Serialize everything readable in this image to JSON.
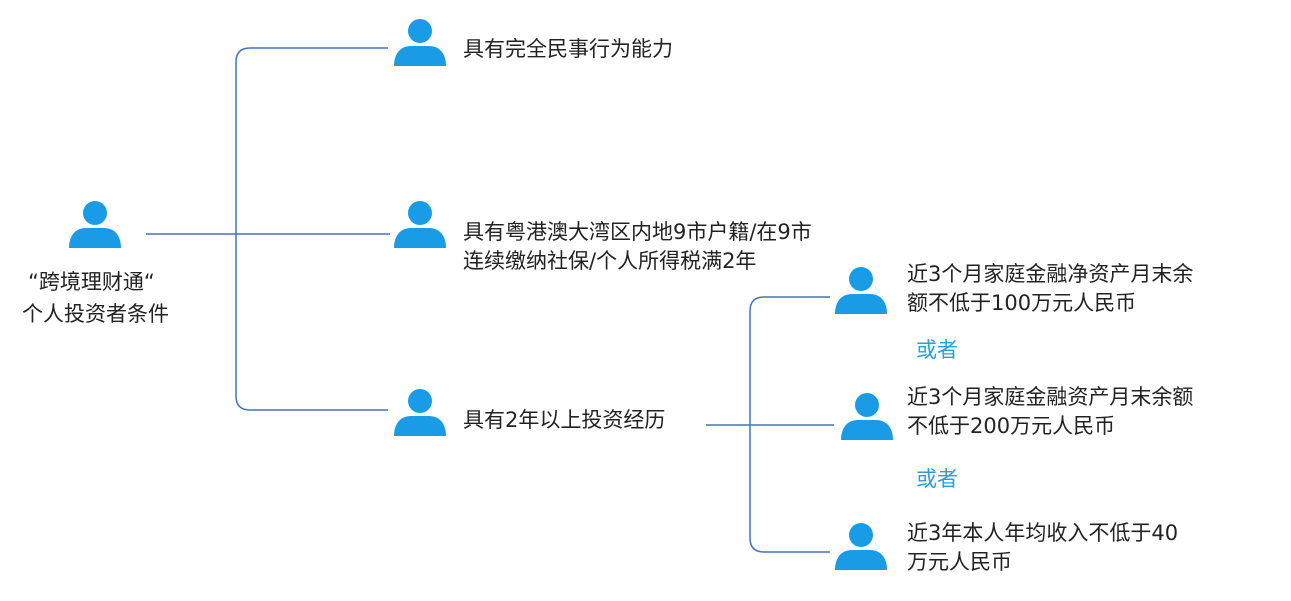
{
  "colors": {
    "icon": "#1a9be6",
    "connector": "#4472c4",
    "text": "#222222",
    "or_text": "#2a9fd6"
  },
  "root": {
    "icon": "person-icon",
    "line1": "“跨境理财通“",
    "line2": "个人投资者条件"
  },
  "conditions": [
    {
      "icon": "person-icon",
      "lines": [
        "具有完全民事行为能力"
      ]
    },
    {
      "icon": "person-icon",
      "lines": [
        "具有粤港澳大湾区内地9市户籍/在9市",
        "连续缴纳社保/个人所得税满2年"
      ]
    },
    {
      "icon": "person-icon",
      "lines": [
        "具有2年以上投资经历"
      ]
    }
  ],
  "alternatives": [
    {
      "icon": "person-icon",
      "lines": [
        "近3个月家庭金融净资产月末余",
        "额不低于100万元人民币"
      ]
    },
    {
      "icon": "person-icon",
      "lines": [
        "近3个月家庭金融资产月末余额",
        "不低于200万元人民币"
      ]
    },
    {
      "icon": "person-icon",
      "lines": [
        "近3年本人年均收入不低于40",
        "万元人民币"
      ]
    }
  ],
  "or_labels": [
    "或者",
    "或者"
  ]
}
